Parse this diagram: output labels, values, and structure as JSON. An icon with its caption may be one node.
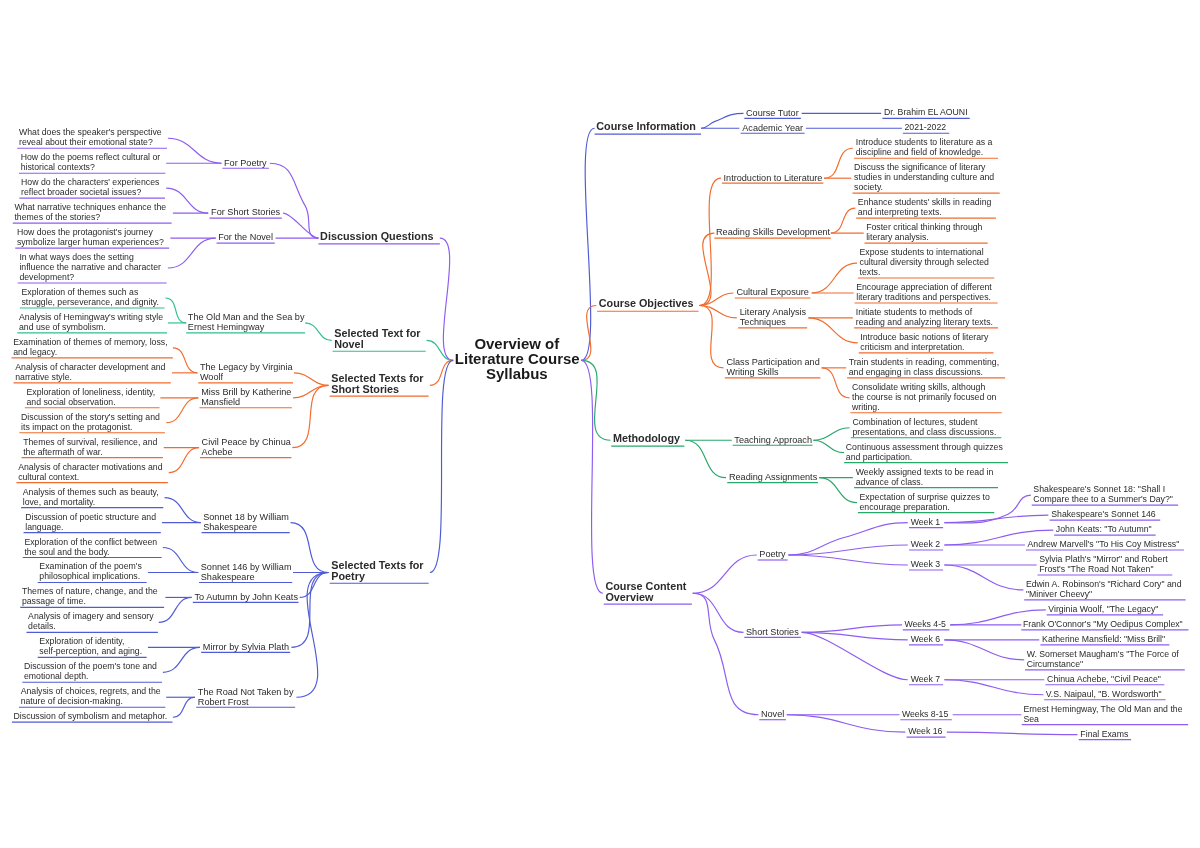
{
  "diagram": {
    "nodes": [
      {
        "text": [
          "Overview of Literature Course Syllabus"
        ]
      },
      {
        "text": [
          "Course Information"
        ]
      },
      {
        "text": [
          "Course Tutor"
        ]
      },
      {
        "text": [
          "Dr. Brahim EL AOUNI"
        ]
      },
      {
        "text": [
          "Academic Year"
        ]
      },
      {
        "text": [
          "2021-2022"
        ]
      },
      {
        "text": [
          "Course Objectives"
        ]
      },
      {
        "text": [
          "Introduction to Literature"
        ]
      },
      {
        "text": [
          "Introduce students to literature as a discipline and field of knowledge."
        ]
      },
      {
        "text": [
          "Discuss the significance of literary studies in understanding culture and society."
        ]
      },
      {
        "text": [
          "Reading Skills Development"
        ]
      },
      {
        "text": [
          "Enhance students' skills in reading and interpreting texts."
        ]
      },
      {
        "text": [
          "Foster critical thinking through literary analysis."
        ]
      },
      {
        "text": [
          "Cultural Exposure"
        ]
      },
      {
        "text": [
          "Expose students to international cultural diversity through selected texts."
        ]
      },
      {
        "text": [
          "Encourage appreciation of different literary traditions and perspectives."
        ]
      },
      {
        "text": [
          "Literary Analysis Techniques"
        ]
      },
      {
        "text": [
          "Initiate students to methods of reading and analyzing literary texts."
        ]
      },
      {
        "text": [
          "Introduce basic notions of literary criticism and interpretation."
        ]
      },
      {
        "text": [
          "Class Participation and Writing Skills"
        ]
      },
      {
        "text": [
          "Train students in reading, commenting, and engaging in class discussions."
        ]
      },
      {
        "text": [
          "Consolidate writing skills, although the course is not primarily focused on writing."
        ]
      },
      {
        "text": [
          "Methodology"
        ]
      },
      {
        "text": [
          "Teaching Approach"
        ]
      },
      {
        "text": [
          "Combination of lectures, student presentations, and class discussions."
        ]
      },
      {
        "text": [
          "Continuous assessment through quizzes and participation."
        ]
      },
      {
        "text": [
          "Reading Assignments"
        ]
      },
      {
        "text": [
          "Weekly assigned texts to be read in advance of class."
        ]
      },
      {
        "text": [
          "Expectation of surprise quizzes to encourage preparation."
        ]
      },
      {
        "text": [
          "Course Content Overview"
        ]
      },
      {
        "text": [
          "Poetry"
        ]
      },
      {
        "text": [
          "Week 1"
        ]
      },
      {
        "text": [
          "Shakespeare's Sonnet 18: \"Shall I Compare thee to a Summer's Day?\""
        ]
      },
      {
        "text": [
          "Shakespeare's Sonnet 146"
        ]
      },
      {
        "text": [
          "Week 2"
        ]
      },
      {
        "text": [
          "John Keats: \"To Autumn\""
        ]
      },
      {
        "text": [
          "Andrew Marvell's \"To His Coy Mistress\""
        ]
      },
      {
        "text": [
          "Week 3"
        ]
      },
      {
        "text": [
          "Sylvia Plath's \"Mirror\" and Robert Frost's \"The Road Not Taken\""
        ]
      },
      {
        "text": [
          "Edwin A. Robinson's \"Richard Cory\" and \"Miniver Cheevy\""
        ]
      },
      {
        "text": [
          "Short Stories"
        ]
      },
      {
        "text": [
          "Weeks 4-5"
        ]
      },
      {
        "text": [
          "Virginia Woolf, \"The Legacy\""
        ]
      },
      {
        "text": [
          "Frank O'Connor's \"My Oedipus Complex\""
        ]
      },
      {
        "text": [
          "Week 6"
        ]
      },
      {
        "text": [
          "Katherine Mansfield: \"Miss Brill\""
        ]
      },
      {
        "text": [
          "W. Somerset Maugham's \"The Force of Circumstance\""
        ]
      },
      {
        "text": [
          "Week 7"
        ]
      },
      {
        "text": [
          "Chinua Achebe, \"Civil Peace\""
        ]
      },
      {
        "text": [
          "V.S. Naipaul, \"B. Wordsworth\""
        ]
      },
      {
        "text": [
          "Novel"
        ]
      },
      {
        "text": [
          "Weeks 8-15"
        ]
      },
      {
        "text": [
          "Ernest Hemingway, The Old Man and the Sea"
        ]
      },
      {
        "text": [
          "Week 16"
        ]
      },
      {
        "text": [
          "Final Exams"
        ]
      },
      {
        "text": [
          "Discussion Questions"
        ]
      },
      {
        "text": [
          "For Poetry"
        ]
      },
      {
        "text": [
          "What does the speaker's perspective reveal about their emotional state?"
        ]
      },
      {
        "text": [
          "How do the poems reflect cultural or historical contexts?"
        ]
      },
      {
        "text": [
          "For Short Stories"
        ]
      },
      {
        "text": [
          "How do the characters' experiences reflect broader societal issues?"
        ]
      },
      {
        "text": [
          "What narrative techniques enhance the themes of the stories?"
        ]
      },
      {
        "text": [
          "For the Novel"
        ]
      },
      {
        "text": [
          "How does the protagonist's journey symbolize larger human experiences?"
        ]
      },
      {
        "text": [
          "In what ways does the setting influence the narrative and character development?"
        ]
      },
      {
        "text": [
          "Selected Text for Novel"
        ]
      },
      {
        "text": [
          "The Old Man and the Sea by Ernest Hemingway"
        ]
      },
      {
        "text": [
          "Exploration of themes such as struggle, perseverance, and dignity."
        ]
      },
      {
        "text": [
          "Analysis of Hemingway's writing style and use of symbolism."
        ]
      },
      {
        "text": [
          "Selected Texts for Short Stories"
        ]
      },
      {
        "text": [
          "The Legacy by Virginia Woolf"
        ]
      },
      {
        "text": [
          "Examination of themes of memory, loss, and legacy."
        ]
      },
      {
        "text": [
          "Analysis of character development and narrative style."
        ]
      },
      {
        "text": [
          "Miss Brill by Katherine Mansfield"
        ]
      },
      {
        "text": [
          "Exploration of loneliness, identity, and social observation."
        ]
      },
      {
        "text": [
          "Discussion of the story's setting and its impact on the protagonist."
        ]
      },
      {
        "text": [
          "Civil Peace by Chinua Achebe"
        ]
      },
      {
        "text": [
          "Themes of survival, resilience, and the aftermath of war."
        ]
      },
      {
        "text": [
          "Analysis of character motivations and cultural context."
        ]
      },
      {
        "text": [
          "Selected Texts for Poetry"
        ]
      },
      {
        "text": [
          "Sonnet 18 by William Shakespeare"
        ]
      },
      {
        "text": [
          "Analysis of themes such as beauty, love, and mortality."
        ]
      },
      {
        "text": [
          "Discussion of poetic structure and language."
        ]
      },
      {
        "text": [
          "Sonnet 146 by William Shakespeare"
        ]
      },
      {
        "text": [
          "Exploration of the conflict between the soul and the body."
        ]
      },
      {
        "text": [
          "Examination of the poem's philosophical implications."
        ]
      },
      {
        "text": [
          "To Autumn by John Keats"
        ]
      },
      {
        "text": [
          "Themes of nature, change, and the passage of time."
        ]
      },
      {
        "text": [
          "Analysis of imagery and sensory details."
        ]
      },
      {
        "text": [
          "Mirror by Sylvia Plath"
        ]
      },
      {
        "text": [
          "Exploration of identity, self-perception, and aging."
        ]
      },
      {
        "text": [
          "Discussion of the poem's tone and emotional depth."
        ]
      },
      {
        "text": [
          "The Road Not Taken by Robert Frost"
        ]
      },
      {
        "text": [
          "Analysis of choices, regrets, and the nature of decision-making."
        ]
      },
      {
        "text": [
          "Discussion of symbolism and metaphor."
        ]
      }
    ],
    "edges": [
      {
        "from": 0,
        "to": 1,
        "arrow": "none",
        "color": "#4f5bd5"
      },
      {
        "from": 1,
        "to": 2,
        "arrow": "none",
        "color": "#4f5bd5"
      },
      {
        "from": 2,
        "to": 3,
        "arrow": "none",
        "color": "#4f5bd5"
      },
      {
        "from": 1,
        "to": 4,
        "arrow": "none",
        "color": "#4f5bd5"
      },
      {
        "from": 4,
        "to": 5,
        "arrow": "none",
        "color": "#4f5bd5"
      },
      {
        "from": 0,
        "to": 6,
        "arrow": "none",
        "color": "#f26b2c"
      },
      {
        "from": 6,
        "to": 7,
        "arrow": "none",
        "color": "#f26b2c"
      },
      {
        "from": 7,
        "to": 8,
        "arrow": "none",
        "color": "#f26b2c"
      },
      {
        "from": 7,
        "to": 9,
        "arrow": "none",
        "color": "#f26b2c"
      },
      {
        "from": 6,
        "to": 10,
        "arrow": "none",
        "color": "#f26b2c"
      },
      {
        "from": 10,
        "to": 11,
        "arrow": "none",
        "color": "#f26b2c"
      },
      {
        "from": 10,
        "to": 12,
        "arrow": "none",
        "color": "#f26b2c"
      },
      {
        "from": 6,
        "to": 13,
        "arrow": "none",
        "color": "#f26b2c"
      },
      {
        "from": 13,
        "to": 14,
        "arrow": "none",
        "color": "#f26b2c"
      },
      {
        "from": 13,
        "to": 15,
        "arrow": "none",
        "color": "#f26b2c"
      },
      {
        "from": 6,
        "to": 16,
        "arrow": "none",
        "color": "#f26b2c"
      },
      {
        "from": 16,
        "to": 17,
        "arrow": "none",
        "color": "#f26b2c"
      },
      {
        "from": 16,
        "to": 18,
        "arrow": "none",
        "color": "#f26b2c"
      },
      {
        "from": 6,
        "to": 19,
        "arrow": "none",
        "color": "#f26b2c"
      },
      {
        "from": 19,
        "to": 20,
        "arrow": "none",
        "color": "#f26b2c"
      },
      {
        "from": 19,
        "to": 21,
        "arrow": "none",
        "color": "#f26b2c"
      },
      {
        "from": 0,
        "to": 22,
        "arrow": "none",
        "color": "#27a768"
      },
      {
        "from": 22,
        "to": 23,
        "arrow": "none",
        "color": "#27a768"
      },
      {
        "from": 23,
        "to": 24,
        "arrow": "none",
        "color": "#27a768"
      },
      {
        "from": 23,
        "to": 25,
        "arrow": "none",
        "color": "#27a768"
      },
      {
        "from": 22,
        "to": 26,
        "arrow": "none",
        "color": "#27a768"
      },
      {
        "from": 26,
        "to": 27,
        "arrow": "none",
        "color": "#27a768"
      },
      {
        "from": 26,
        "to": 28,
        "arrow": "none",
        "color": "#27a768"
      },
      {
        "from": 0,
        "to": 29,
        "arrow": "none",
        "color": "#8e5cf0"
      },
      {
        "from": 29,
        "to": 30,
        "arrow": "none",
        "color": "#8e5cf0"
      },
      {
        "from": 30,
        "to": 31,
        "arrow": "none",
        "color": "#8e5cf0"
      },
      {
        "from": 31,
        "to": 32,
        "arrow": "none",
        "color": "#8e5cf0"
      },
      {
        "from": 31,
        "to": 33,
        "arrow": "none",
        "color": "#8e5cf0"
      },
      {
        "from": 30,
        "to": 34,
        "arrow": "none",
        "color": "#8e5cf0"
      },
      {
        "from": 34,
        "to": 35,
        "arrow": "none",
        "color": "#8e5cf0"
      },
      {
        "from": 34,
        "to": 36,
        "arrow": "none",
        "color": "#8e5cf0"
      },
      {
        "from": 30,
        "to": 37,
        "arrow": "none",
        "color": "#8e5cf0"
      },
      {
        "from": 37,
        "to": 38,
        "arrow": "none",
        "color": "#8e5cf0"
      },
      {
        "from": 37,
        "to": 39,
        "arrow": "none",
        "color": "#8e5cf0"
      },
      {
        "from": 29,
        "to": 40,
        "arrow": "none",
        "color": "#8e5cf0"
      },
      {
        "from": 40,
        "to": 41,
        "arrow": "none",
        "color": "#8e5cf0"
      },
      {
        "from": 41,
        "to": 42,
        "arrow": "none",
        "color": "#8e5cf0"
      },
      {
        "from": 41,
        "to": 43,
        "arrow": "none",
        "color": "#8e5cf0"
      },
      {
        "from": 40,
        "to": 44,
        "arrow": "none",
        "color": "#8e5cf0"
      },
      {
        "from": 44,
        "to": 45,
        "arrow": "none",
        "color": "#8e5cf0"
      },
      {
        "from": 44,
        "to": 46,
        "arrow": "none",
        "color": "#8e5cf0"
      },
      {
        "from": 40,
        "to": 47,
        "arrow": "none",
        "color": "#8e5cf0"
      },
      {
        "from": 47,
        "to": 48,
        "arrow": "none",
        "color": "#8e5cf0"
      },
      {
        "from": 47,
        "to": 49,
        "arrow": "none",
        "color": "#8e5cf0"
      },
      {
        "from": 29,
        "to": 50,
        "arrow": "none",
        "color": "#8e5cf0"
      },
      {
        "from": 50,
        "to": 51,
        "arrow": "none",
        "color": "#8e5cf0"
      },
      {
        "from": 51,
        "to": 52,
        "arrow": "none",
        "color": "#8e5cf0"
      },
      {
        "from": 50,
        "to": 53,
        "arrow": "none",
        "color": "#8e5cf0"
      },
      {
        "from": 53,
        "to": 54,
        "arrow": "none",
        "color": "#8e5cf0"
      },
      {
        "from": 0,
        "to": 55,
        "arrow": "none",
        "color": "#8e5cf0"
      },
      {
        "from": 55,
        "to": 56,
        "arrow": "none",
        "color": "#8e5cf0"
      },
      {
        "from": 56,
        "to": 57,
        "arrow": "none",
        "color": "#8e5cf0"
      },
      {
        "from": 56,
        "to": 58,
        "arrow": "none",
        "color": "#8e5cf0"
      },
      {
        "from": 55,
        "to": 59,
        "arrow": "none",
        "color": "#8e5cf0"
      },
      {
        "from": 59,
        "to": 60,
        "arrow": "none",
        "color": "#8e5cf0"
      },
      {
        "from": 59,
        "to": 61,
        "arrow": "none",
        "color": "#8e5cf0"
      },
      {
        "from": 55,
        "to": 62,
        "arrow": "none",
        "color": "#8e5cf0"
      },
      {
        "from": 62,
        "to": 63,
        "arrow": "none",
        "color": "#8e5cf0"
      },
      {
        "from": 62,
        "to": 64,
        "arrow": "none",
        "color": "#8e5cf0"
      },
      {
        "from": 0,
        "to": 65,
        "arrow": "none",
        "color": "#2fbf8c"
      },
      {
        "from": 65,
        "to": 66,
        "arrow": "none",
        "color": "#2fbf8c"
      },
      {
        "from": 66,
        "to": 67,
        "arrow": "none",
        "color": "#2fbf8c"
      },
      {
        "from": 66,
        "to": 68,
        "arrow": "none",
        "color": "#2fbf8c"
      },
      {
        "from": 0,
        "to": 69,
        "arrow": "none",
        "color": "#f26b2c"
      },
      {
        "from": 69,
        "to": 70,
        "arrow": "none",
        "color": "#f26b2c"
      },
      {
        "from": 70,
        "to": 71,
        "arrow": "none",
        "color": "#f26b2c"
      },
      {
        "from": 70,
        "to": 72,
        "arrow": "none",
        "color": "#f26b2c"
      },
      {
        "from": 69,
        "to": 73,
        "arrow": "none",
        "color": "#f26b2c"
      },
      {
        "from": 73,
        "to": 74,
        "arrow": "none",
        "color": "#f26b2c"
      },
      {
        "from": 73,
        "to": 75,
        "arrow": "none",
        "color": "#f26b2c"
      },
      {
        "from": 69,
        "to": 76,
        "arrow": "none",
        "color": "#f26b2c"
      },
      {
        "from": 76,
        "to": 77,
        "arrow": "none",
        "color": "#f26b2c"
      },
      {
        "from": 76,
        "to": 78,
        "arrow": "none",
        "color": "#f26b2c"
      },
      {
        "from": 0,
        "to": 79,
        "arrow": "none",
        "color": "#4f5bd5"
      },
      {
        "from": 79,
        "to": 80,
        "arrow": "none",
        "color": "#4f5bd5"
      },
      {
        "from": 80,
        "to": 81,
        "arrow": "none",
        "color": "#4f5bd5"
      },
      {
        "from": 80,
        "to": 82,
        "arrow": "none",
        "color": "#4f5bd5"
      },
      {
        "from": 79,
        "to": 83,
        "arrow": "none",
        "color": "#4f5bd5"
      },
      {
        "from": 83,
        "to": 84,
        "arrow": "none",
        "color": "#4f5bd5"
      },
      {
        "from": 83,
        "to": 85,
        "arrow": "none",
        "color": "#4f5bd5"
      },
      {
        "from": 79,
        "to": 86,
        "arrow": "none",
        "color": "#4f5bd5"
      },
      {
        "from": 86,
        "to": 87,
        "arrow": "none",
        "color": "#4f5bd5"
      },
      {
        "from": 86,
        "to": 88,
        "arrow": "none",
        "color": "#4f5bd5"
      },
      {
        "from": 79,
        "to": 89,
        "arrow": "none",
        "color": "#4f5bd5"
      },
      {
        "from": 89,
        "to": 90,
        "arrow": "none",
        "color": "#4f5bd5"
      },
      {
        "from": 89,
        "to": 91,
        "arrow": "none",
        "color": "#4f5bd5"
      },
      {
        "from": 79,
        "to": 92,
        "arrow": "none",
        "color": "#4f5bd5"
      },
      {
        "from": 92,
        "to": 93,
        "arrow": "none",
        "color": "#4f5bd5"
      },
      {
        "from": 92,
        "to": 94,
        "arrow": "none",
        "color": "#4f5bd5"
      }
    ]
  }
}
